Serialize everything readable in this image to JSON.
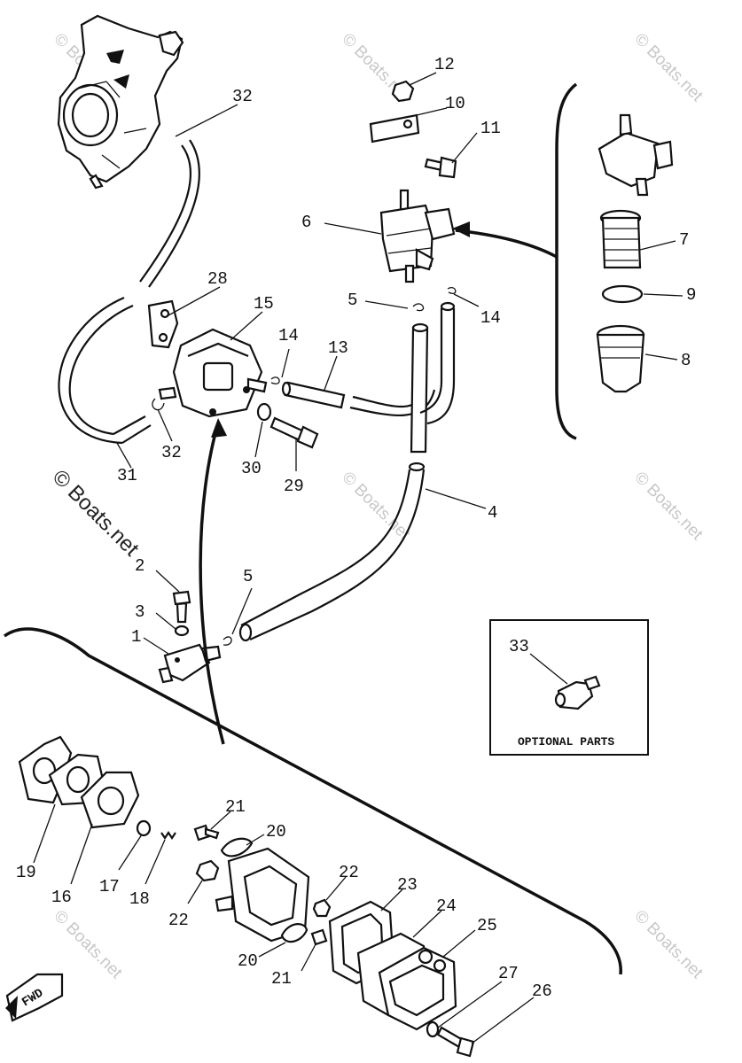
{
  "watermark": {
    "text": "© Boats.net",
    "tile_text": "© Boats.net"
  },
  "optional_box": {
    "part_number": "33",
    "caption": "OPTIONAL PARTS"
  },
  "fwd_label": "FWD",
  "part_labels": [
    {
      "id": "p1",
      "number": "1"
    },
    {
      "id": "p2",
      "number": "2"
    },
    {
      "id": "p3",
      "number": "3"
    },
    {
      "id": "p4",
      "number": "4"
    },
    {
      "id": "p5a",
      "number": "5"
    },
    {
      "id": "p5b",
      "number": "5"
    },
    {
      "id": "p6",
      "number": "6"
    },
    {
      "id": "p7",
      "number": "7"
    },
    {
      "id": "p8",
      "number": "8"
    },
    {
      "id": "p9",
      "number": "9"
    },
    {
      "id": "p10",
      "number": "10"
    },
    {
      "id": "p11",
      "number": "11"
    },
    {
      "id": "p12",
      "number": "12"
    },
    {
      "id": "p13",
      "number": "13"
    },
    {
      "id": "p14a",
      "number": "14"
    },
    {
      "id": "p14b",
      "number": "14"
    },
    {
      "id": "p15",
      "number": "15"
    },
    {
      "id": "p16",
      "number": "16"
    },
    {
      "id": "p17",
      "number": "17"
    },
    {
      "id": "p18",
      "number": "18"
    },
    {
      "id": "p19",
      "number": "19"
    },
    {
      "id": "p20a",
      "number": "20"
    },
    {
      "id": "p20b",
      "number": "20"
    },
    {
      "id": "p21a",
      "number": "21"
    },
    {
      "id": "p21b",
      "number": "21"
    },
    {
      "id": "p22a",
      "number": "22"
    },
    {
      "id": "p22b",
      "number": "22"
    },
    {
      "id": "p23",
      "number": "23"
    },
    {
      "id": "p24",
      "number": "24"
    },
    {
      "id": "p25",
      "number": "25"
    },
    {
      "id": "p26",
      "number": "26"
    },
    {
      "id": "p27",
      "number": "27"
    },
    {
      "id": "p28",
      "number": "28"
    },
    {
      "id": "p29",
      "number": "29"
    },
    {
      "id": "p30",
      "number": "30"
    },
    {
      "id": "p31",
      "number": "31"
    },
    {
      "id": "p32a",
      "number": "32"
    },
    {
      "id": "p32b",
      "number": "32"
    }
  ]
}
